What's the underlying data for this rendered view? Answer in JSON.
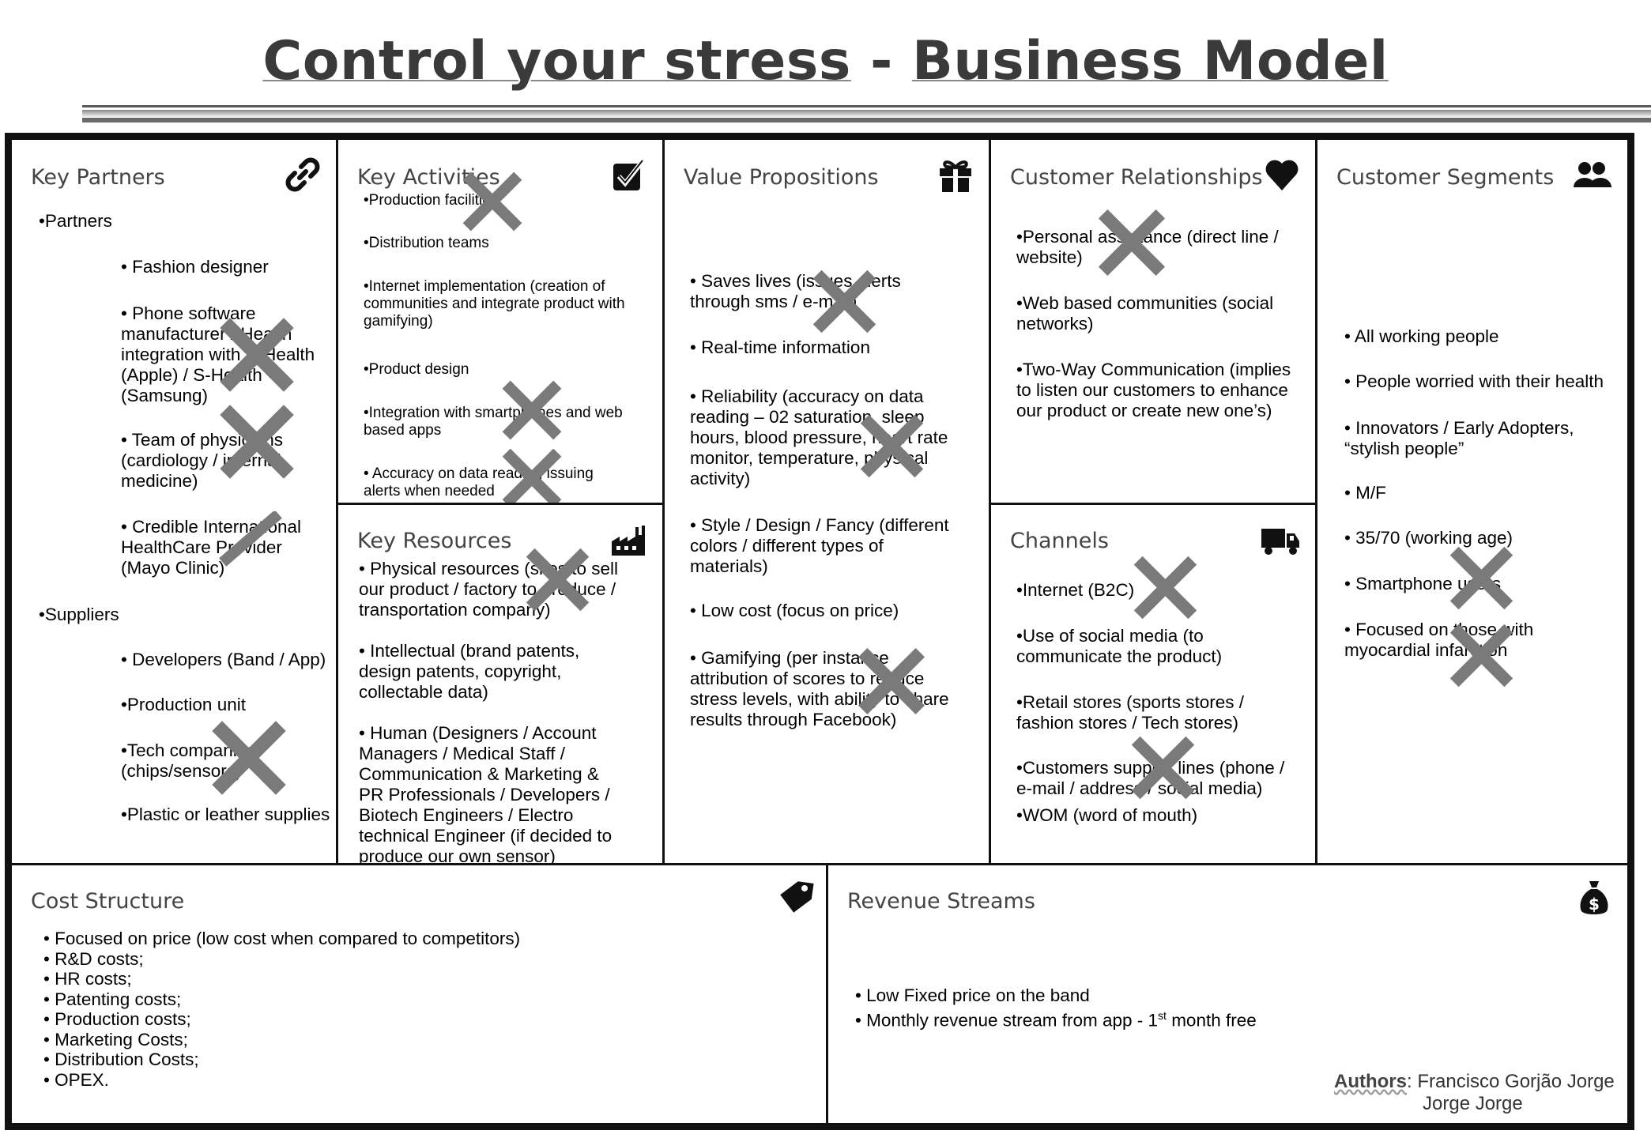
{
  "title": {
    "part1": "Control your stress",
    "sep": "-",
    "part2": "Business Model"
  },
  "key_partners": {
    "heading": "Key Partners",
    "partners_label": "•Partners",
    "partners": [
      "• Fashion designer",
      "• Phone software manufacturer / Health integration with S-Health (Apple) / S-Health (Samsung)",
      "• Team of physicians (cardiology / internal medicine)",
      "• Credible International HealthCare Provider (Mayo Clinic)"
    ],
    "suppliers_label": "•Suppliers",
    "suppliers": [
      "• Developers (Band / App)",
      "•Production unit",
      "•Tech companies (chips/sensors)",
      "•Plastic or leather supplies"
    ]
  },
  "key_activities": {
    "heading": "Key Activities",
    "items": [
      "•Production facilities",
      "•Distribution teams",
      "•Internet implementation (creation of communities and integrate product with gamifying)",
      "•Product design",
      "•Integration with smartphones and web based apps",
      "• Accuracy on data reading issuing alerts when needed"
    ]
  },
  "key_resources": {
    "heading": "Key Resources",
    "items": [
      "• Physical resources (sites to sell our product / factory to produce / transportation company)",
      "• Intellectual (brand patents, design patents, copyright, collectable data)",
      "• Human (Designers / Account Managers / Medical Staff / Communication & Marketing & PR Professionals / Developers / Biotech Engineers / Electro technical Engineer (if decided to produce our own sensor)"
    ]
  },
  "value_propositions": {
    "heading": "Value Propositions",
    "items": [
      "• Saves lives (issues alerts through sms / e-mail)",
      "• Real-time information",
      "• Reliability (accuracy on data reading – 02 saturation, sleep hours, blood pressure, heart rate monitor, temperature, physical activity)",
      "• Style / Design / Fancy (different colors / different types of materials)",
      "• Low cost (focus on price)",
      "• Gamifying (per instance attribution of scores to reduce stress levels, with ability to share results through Facebook)"
    ]
  },
  "customer_relationships": {
    "heading": "Customer Relationships",
    "items": [
      "•Personal assistance (direct line / website)",
      "•Web based communities (social networks)",
      "•Two-Way Communication (implies to listen our customers to enhance our product or create new one’s)"
    ]
  },
  "channels": {
    "heading": "Channels",
    "items": [
      "•Internet (B2C)",
      "•Use of social media (to communicate the product)",
      "•Retail stores (sports stores / fashion stores / Tech stores)",
      "•Customers support lines (phone / e-mail / address / social media)",
      "•WOM (word of mouth)"
    ]
  },
  "customer_segments": {
    "heading": "Customer Segments",
    "items": [
      "• All working people",
      "• People worried with their health",
      "• Innovators / Early Adopters, “stylish people”",
      "• M/F",
      "• 35/70 (working age)",
      "• Smartphone users",
      "• Focused on those with myocardial infarction"
    ]
  },
  "cost_structure": {
    "heading": "Cost Structure",
    "items": [
      "• Focused on price (low cost when compared to competitors)",
      "• R&D costs;",
      "• HR costs;",
      "• Patenting costs;",
      "• Production costs;",
      "• Marketing Costs;",
      "• Distribution Costs;",
      "• OPEX."
    ]
  },
  "revenue_streams": {
    "heading": "Revenue Streams",
    "item1": "• Low Fixed price on the band",
    "item2_pre": "• Monthly revenue stream from app - 1",
    "item2_sup": "st",
    "item2_post": " month free"
  },
  "authors": {
    "label": "Authors",
    "sep": ":",
    "name1": "Francisco Gorjão Jorge",
    "name2": "Jorge Jorge"
  },
  "icons": [
    "link-icon",
    "checkbox-icon",
    "gift-icon",
    "heart-icon",
    "users-icon",
    "factory-icon",
    "truck-icon",
    "tag-icon",
    "money-bag-icon"
  ]
}
